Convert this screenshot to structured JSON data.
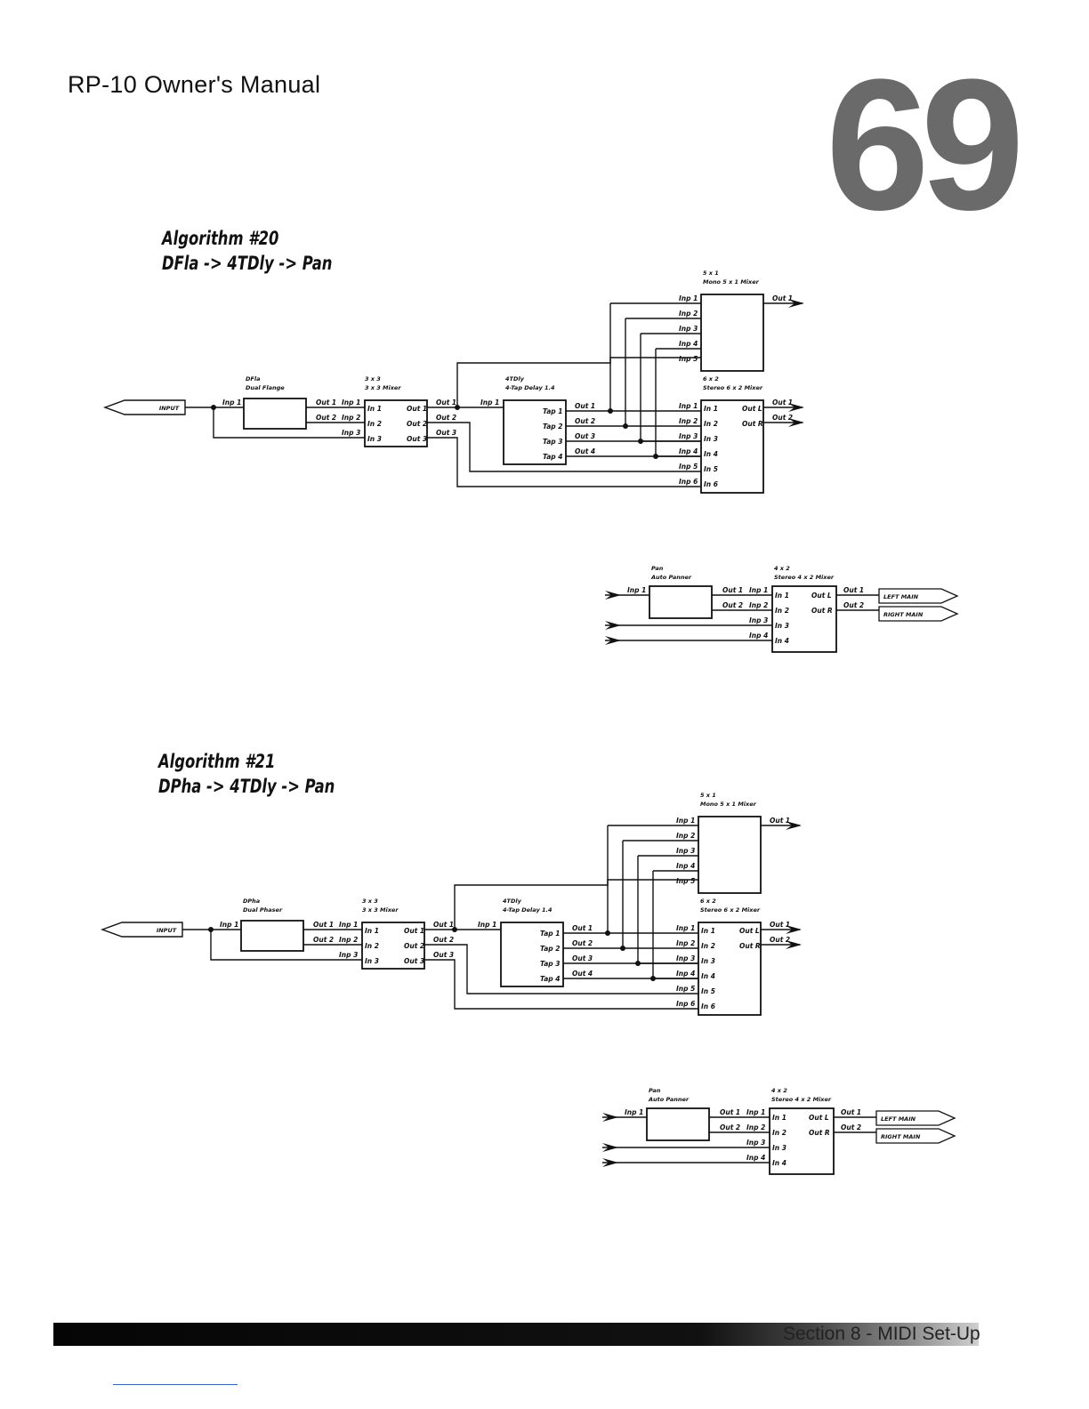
{
  "header": {
    "title": "RP-10 Owner's Manual",
    "page_number": "69"
  },
  "footer": {
    "section": "Section 8 - MIDI Set-Up"
  },
  "algorithms": [
    {
      "title": "Algorithm #20",
      "subtitle": "DFla -> 4TDly -> Pan",
      "input_label": "INPUT",
      "fx1_name": "DFla",
      "fx1_desc": "Dual Flange",
      "mixer3_name": "3 x 3",
      "mixer3_desc": "3 x 3 Mixer",
      "delay_name": "4TDly",
      "delay_desc": "4-Tap Delay 1.4",
      "mixer5_name": "5 x 1",
      "mixer5_desc": "Mono 5 x 1 Mixer",
      "mixer6_name": "6 x 2",
      "mixer6_desc": "Stereo 6 x 2 Mixer",
      "pan_name": "Pan",
      "pan_desc": "Auto Panner",
      "mixer4_name": "4 x 2",
      "mixer4_desc": "Stereo 4 x 2 Mixer",
      "out_left": "LEFT MAIN",
      "out_right": "RIGHT MAIN"
    },
    {
      "title": "Algorithm #21",
      "subtitle": "DPha -> 4TDly -> Pan",
      "input_label": "INPUT",
      "fx1_name": "DPha",
      "fx1_desc": "Dual Phaser",
      "mixer3_name": "3 x 3",
      "mixer3_desc": "3 x 3 Mixer",
      "delay_name": "4TDly",
      "delay_desc": "4-Tap Delay 1.4",
      "mixer5_name": "5 x 1",
      "mixer5_desc": "Mono 5 x 1 Mixer",
      "mixer6_name": "6 x 2",
      "mixer6_desc": "Stereo 6 x 2 Mixer",
      "pan_name": "Pan",
      "pan_desc": "Auto Panner",
      "mixer4_name": "4 x 2",
      "mixer4_desc": "Stereo 4 x 2 Mixer",
      "out_left": "LEFT MAIN",
      "out_right": "RIGHT MAIN"
    }
  ],
  "port_labels": {
    "inp": [
      "Inp 1",
      "Inp 2",
      "Inp 3",
      "Inp 4",
      "Inp 5",
      "Inp 6"
    ],
    "in": [
      "In 1",
      "In 2",
      "In 3",
      "In 4",
      "In 5",
      "In 6"
    ],
    "out": [
      "Out 1",
      "Out 2",
      "Out 3",
      "Out 4"
    ],
    "tap": [
      "Tap 1",
      "Tap 2",
      "Tap 3",
      "Tap 4"
    ],
    "out_lr": [
      "Out L",
      "Out R"
    ]
  }
}
